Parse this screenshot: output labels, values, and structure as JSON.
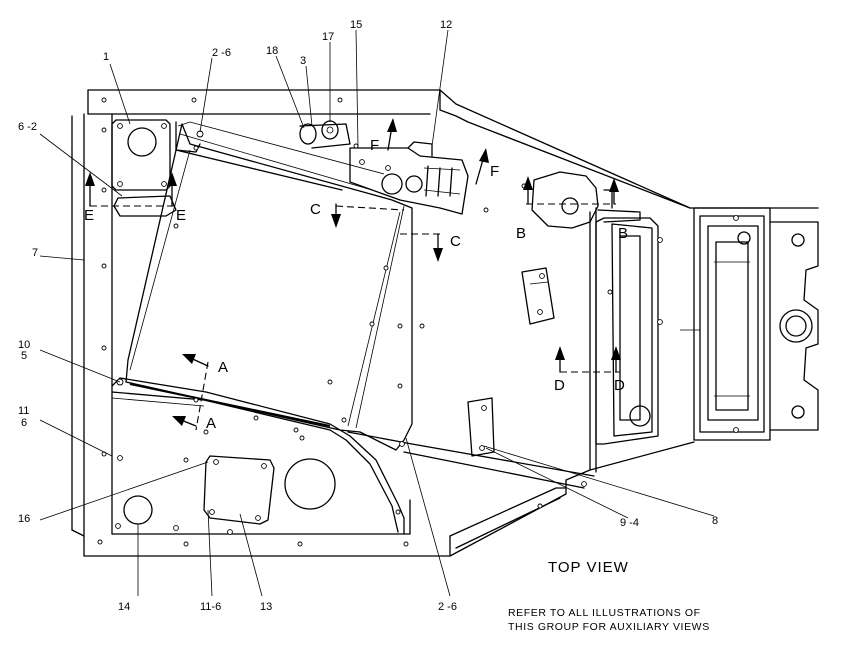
{
  "view_title": "TOP VIEW",
  "note_lines": [
    "REFER TO ALL ILLUSTRATIONS OF",
    "THIS GROUP FOR AUXILIARY VIEWS"
  ],
  "callouts": {
    "c1": "1",
    "c2_6_top": "2 -6",
    "c18": "18",
    "c3": "3",
    "c17": "17",
    "c15": "15",
    "c12": "12",
    "c6_2": "6 -2",
    "c7": "7",
    "c10": "10",
    "c5": "5",
    "c11": "11",
    "c6": "6",
    "c16": "16",
    "c14": "14",
    "c11_6": "11-6",
    "c13": "13",
    "c2_6_bottom": "2 -6",
    "c9_4": "9 -4",
    "c8": "8"
  },
  "section_marks": {
    "E_left": "E",
    "E_right": "E",
    "F_left": "F",
    "F_right": "F",
    "C_left": "C",
    "C_right": "C",
    "B_left": "B",
    "B_right": "B",
    "D_left": "D",
    "D_right": "D",
    "A_upper": "A",
    "A_lower": "A"
  }
}
